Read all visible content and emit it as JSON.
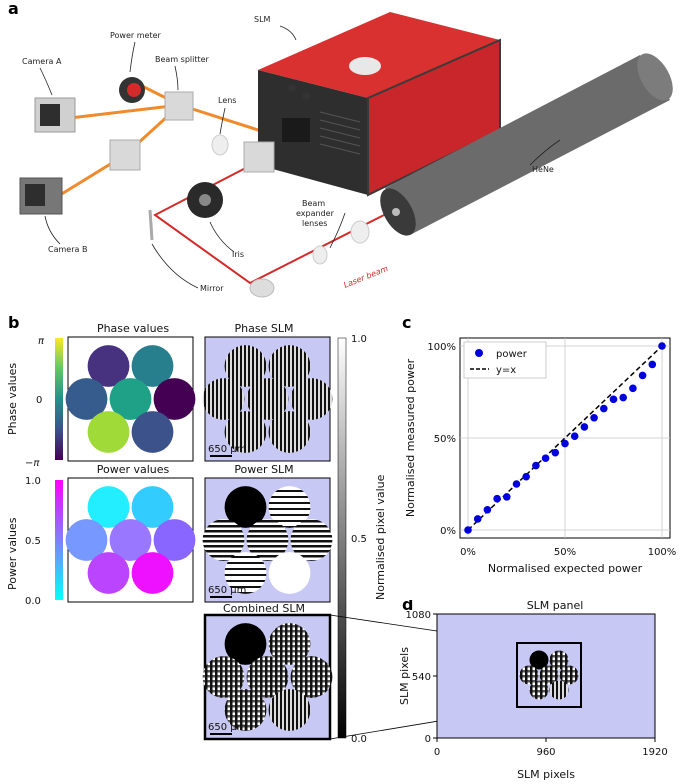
{
  "panels": {
    "a": "a",
    "b": "b",
    "c": "c",
    "d": "d"
  },
  "setup": {
    "labels": {
      "slm": "SLM",
      "power_meter": "Power meter",
      "camera_a": "Camera A",
      "beam_splitter": "Beam splitter",
      "lens": "Lens",
      "camera_b": "Camera B",
      "iris": "Iris",
      "mirror": "Mirror",
      "beam_expander": [
        "Beam",
        "expander",
        "lenses"
      ],
      "hene": "HeNe",
      "laser_beam": "Laser beam"
    },
    "colors": {
      "slm_body": "#c8262a",
      "beam": "#d42a2a",
      "orange_beam": "#f08a2a",
      "hene": "#6b6b6b"
    }
  },
  "panel_b": {
    "titles": {
      "phase_values": "Phase values",
      "phase_slm": "Phase SLM",
      "power_values": "Power values",
      "power_slm": "Power SLM",
      "combined_slm": "Combined SLM"
    },
    "phase_colorbar": {
      "label": "Phase values",
      "ticks": [
        "π",
        "0",
        "−π"
      ]
    },
    "power_colorbar": {
      "label": "Power values",
      "ticks": [
        "1.0",
        "0.5",
        "0.0"
      ]
    },
    "gray_colorbar": {
      "label": "Normalised pixel value",
      "ticks": [
        "1.0",
        "0.5",
        "0.0"
      ]
    },
    "scale_bar": "650 µm",
    "slm_bg": "#c8c8f4",
    "phase_colors": [
      "#46327e",
      "#277f8e",
      "#365c8d",
      "#1fa187",
      "#440154",
      "#a0da39",
      "#3b528b"
    ],
    "power_colors": [
      "#22eeff",
      "#33ccff",
      "#7799ff",
      "#9977ff",
      "#8866ff",
      "#bb44ff",
      "#ee11ff"
    ]
  },
  "chart_data": [
    {
      "type": "scatter",
      "title": "",
      "xlabel": "Normalised expected power",
      "ylabel": "Normalised measured power",
      "xlim": [
        0,
        100
      ],
      "ylim": [
        0,
        100
      ],
      "xticks": [
        "0%",
        "50%",
        "100%"
      ],
      "yticks": [
        "0%",
        "50%",
        "100%"
      ],
      "grid": true,
      "legend": "top-left",
      "series": [
        {
          "name": "power",
          "color": "#0000dd",
          "x": [
            0,
            5,
            10,
            15,
            20,
            25,
            30,
            35,
            40,
            45,
            50,
            55,
            60,
            65,
            70,
            75,
            80,
            85,
            90,
            95,
            100
          ],
          "y": [
            0,
            6,
            11,
            17,
            18,
            25,
            29,
            35,
            39,
            42,
            47,
            51,
            56,
            61,
            66,
            71,
            72,
            77,
            84,
            90,
            100
          ]
        },
        {
          "name": "y=x",
          "style": "dashed",
          "color": "#000000",
          "x": [
            0,
            100
          ],
          "y": [
            0,
            100
          ]
        }
      ]
    },
    {
      "type": "image",
      "title": "SLM panel",
      "xlabel": "SLM pixels",
      "ylabel": "SLM pixels",
      "xticks": [
        "0",
        "960",
        "1920"
      ],
      "yticks": [
        "0",
        "540",
        "1080"
      ],
      "xlim": [
        0,
        1920
      ],
      "ylim": [
        0,
        1080
      ]
    }
  ]
}
